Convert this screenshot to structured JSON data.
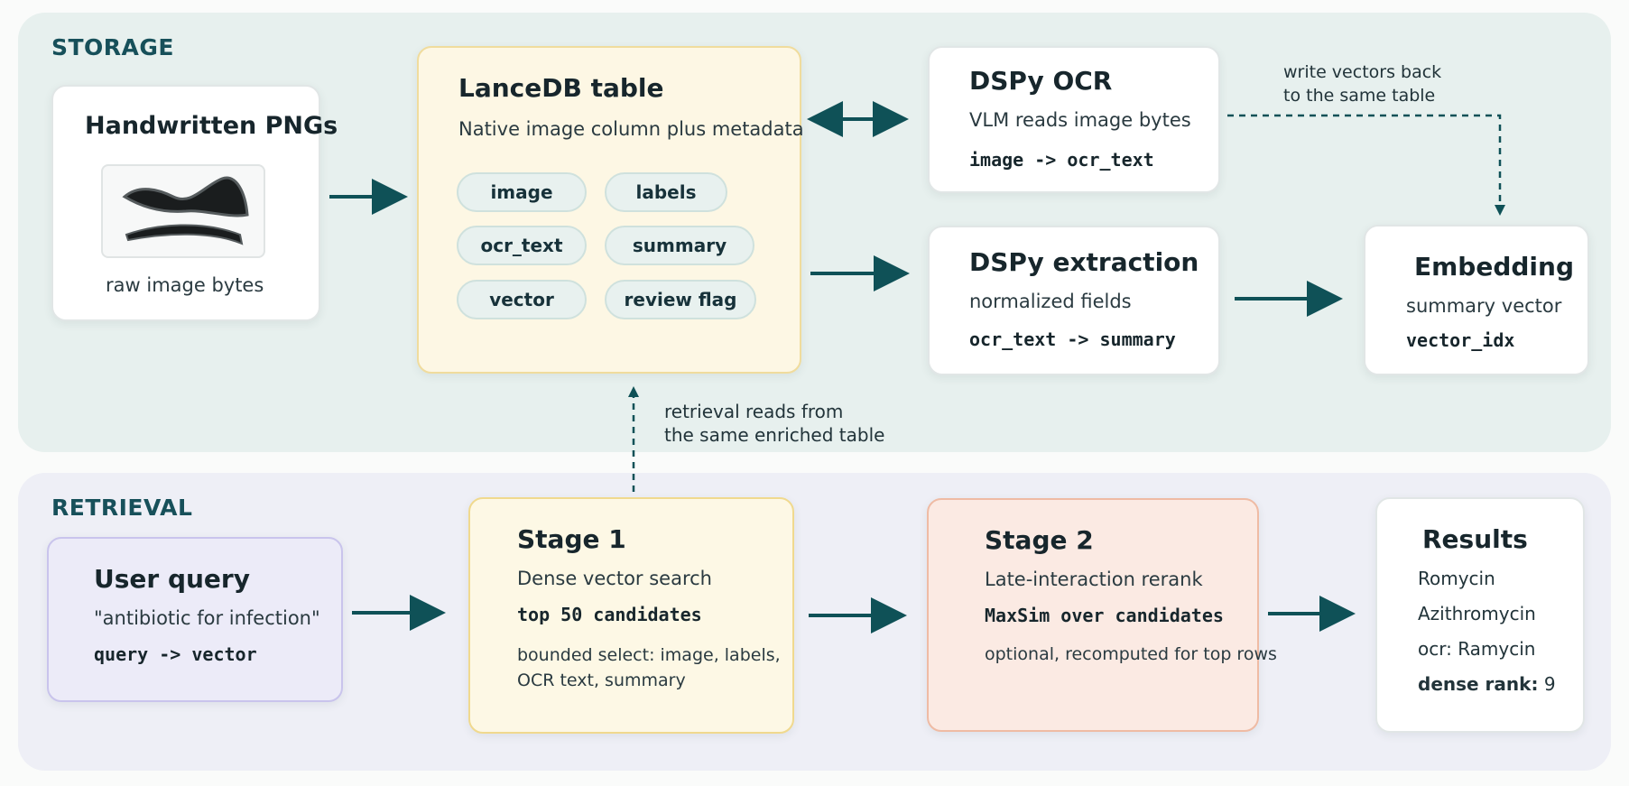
{
  "storage": {
    "title": "STORAGE",
    "handwritten": {
      "title": "Handwritten PNGs",
      "caption": "raw image bytes"
    },
    "lancedb": {
      "title": "LanceDB table",
      "subtitle": "Native image column plus metadata",
      "columns": [
        "image",
        "labels",
        "ocr_text",
        "summary",
        "vector",
        "review flag"
      ]
    },
    "ocr": {
      "title": "DSPy OCR",
      "subtitle": "VLM reads image bytes",
      "code": "image -> ocr_text"
    },
    "extraction": {
      "title": "DSPy extraction",
      "subtitle": "normalized fields",
      "code": "ocr_text -> summary"
    },
    "embedding": {
      "title": "Embedding",
      "subtitle": "summary vector",
      "code": "vector_idx"
    },
    "write_back_note": [
      "write vectors back",
      "to the same table"
    ],
    "retrieval_note": [
      "retrieval reads from",
      "the same enriched table"
    ]
  },
  "retrieval": {
    "title": "RETRIEVAL",
    "query": {
      "title": "User query",
      "example": "\"antibiotic for infection\"",
      "code": "query -> vector"
    },
    "stage1": {
      "title": "Stage 1",
      "subtitle": "Dense vector search",
      "code": "top 50 candidates",
      "note_lines": [
        "bounded select: image, labels,",
        "OCR text, summary"
      ]
    },
    "stage2": {
      "title": "Stage 2",
      "subtitle": "Late-interaction rerank",
      "code": "MaxSim over candidates",
      "note": "optional, recomputed for top rows"
    },
    "results": {
      "title": "Results",
      "items": [
        "Romycin",
        "Azithromycin",
        "ocr: Ramycin"
      ],
      "rank_label": "dense rank:",
      "rank_value": "9"
    }
  },
  "colors": {
    "arrow": "#0f5157",
    "storage_bg": "#e7f0ee",
    "retrieval_bg": "#eeeff6",
    "section_title": "#17505a"
  }
}
